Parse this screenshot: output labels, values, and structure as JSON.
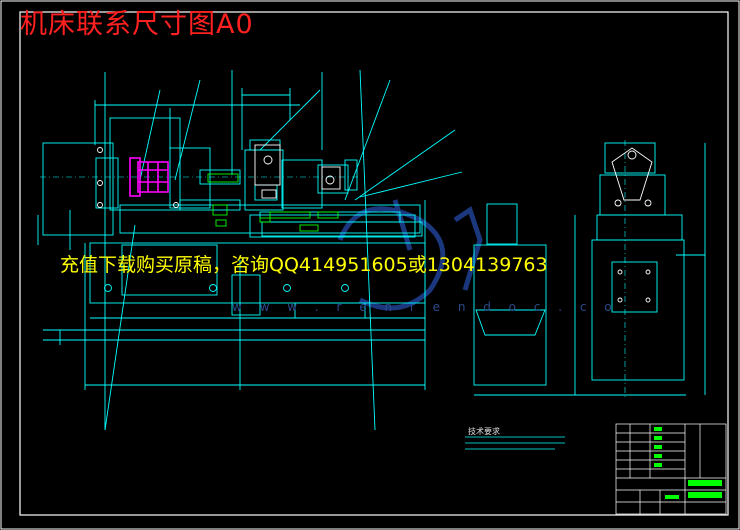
{
  "header": {
    "title": "机床联系尺寸图A0"
  },
  "overlay": {
    "ad_text": "充值下载购买原稿，咨询QQ414951605或1304139763",
    "watermark": "w w w . r e n r e n d o c . c o"
  },
  "notes": {
    "title": "技术要求"
  },
  "colors": {
    "background": "#000000",
    "frame": "#ffffff",
    "outline": "#00ffff",
    "part": "#00ff00",
    "highlight": "#ff00ff",
    "title_text": "#ff2020",
    "ad_text": "#ffff00",
    "watermark": "#2c4a8a"
  }
}
